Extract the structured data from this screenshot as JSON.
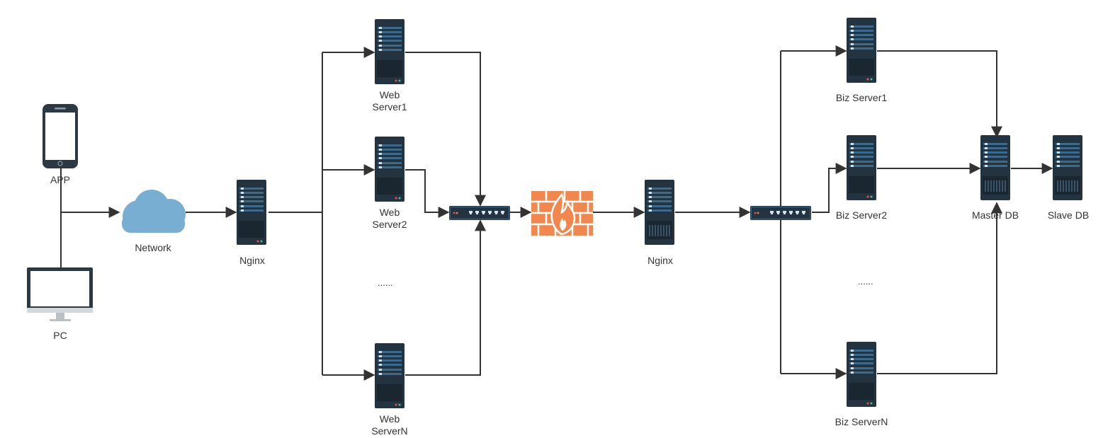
{
  "labels": {
    "app": "APP",
    "pc": "PC",
    "network": "Network",
    "nginx1": "Nginx",
    "web1": "Web\nServer1",
    "web2": "Web\nServer2",
    "webn": "Web\nServerN",
    "web_ellipsis": "......",
    "nginx2": "Nginx",
    "biz1": "Biz Server1",
    "biz2": "Biz Server2",
    "bizn": "Biz ServerN",
    "biz_ellipsis": "......",
    "master_db": "Master DB",
    "slave_db": "Slave DB"
  },
  "colors": {
    "server_body": "#233340",
    "server_slot": "#3b6a8c",
    "cloud": "#79aed3",
    "firewall": "#f0874f",
    "line": "#333333"
  }
}
